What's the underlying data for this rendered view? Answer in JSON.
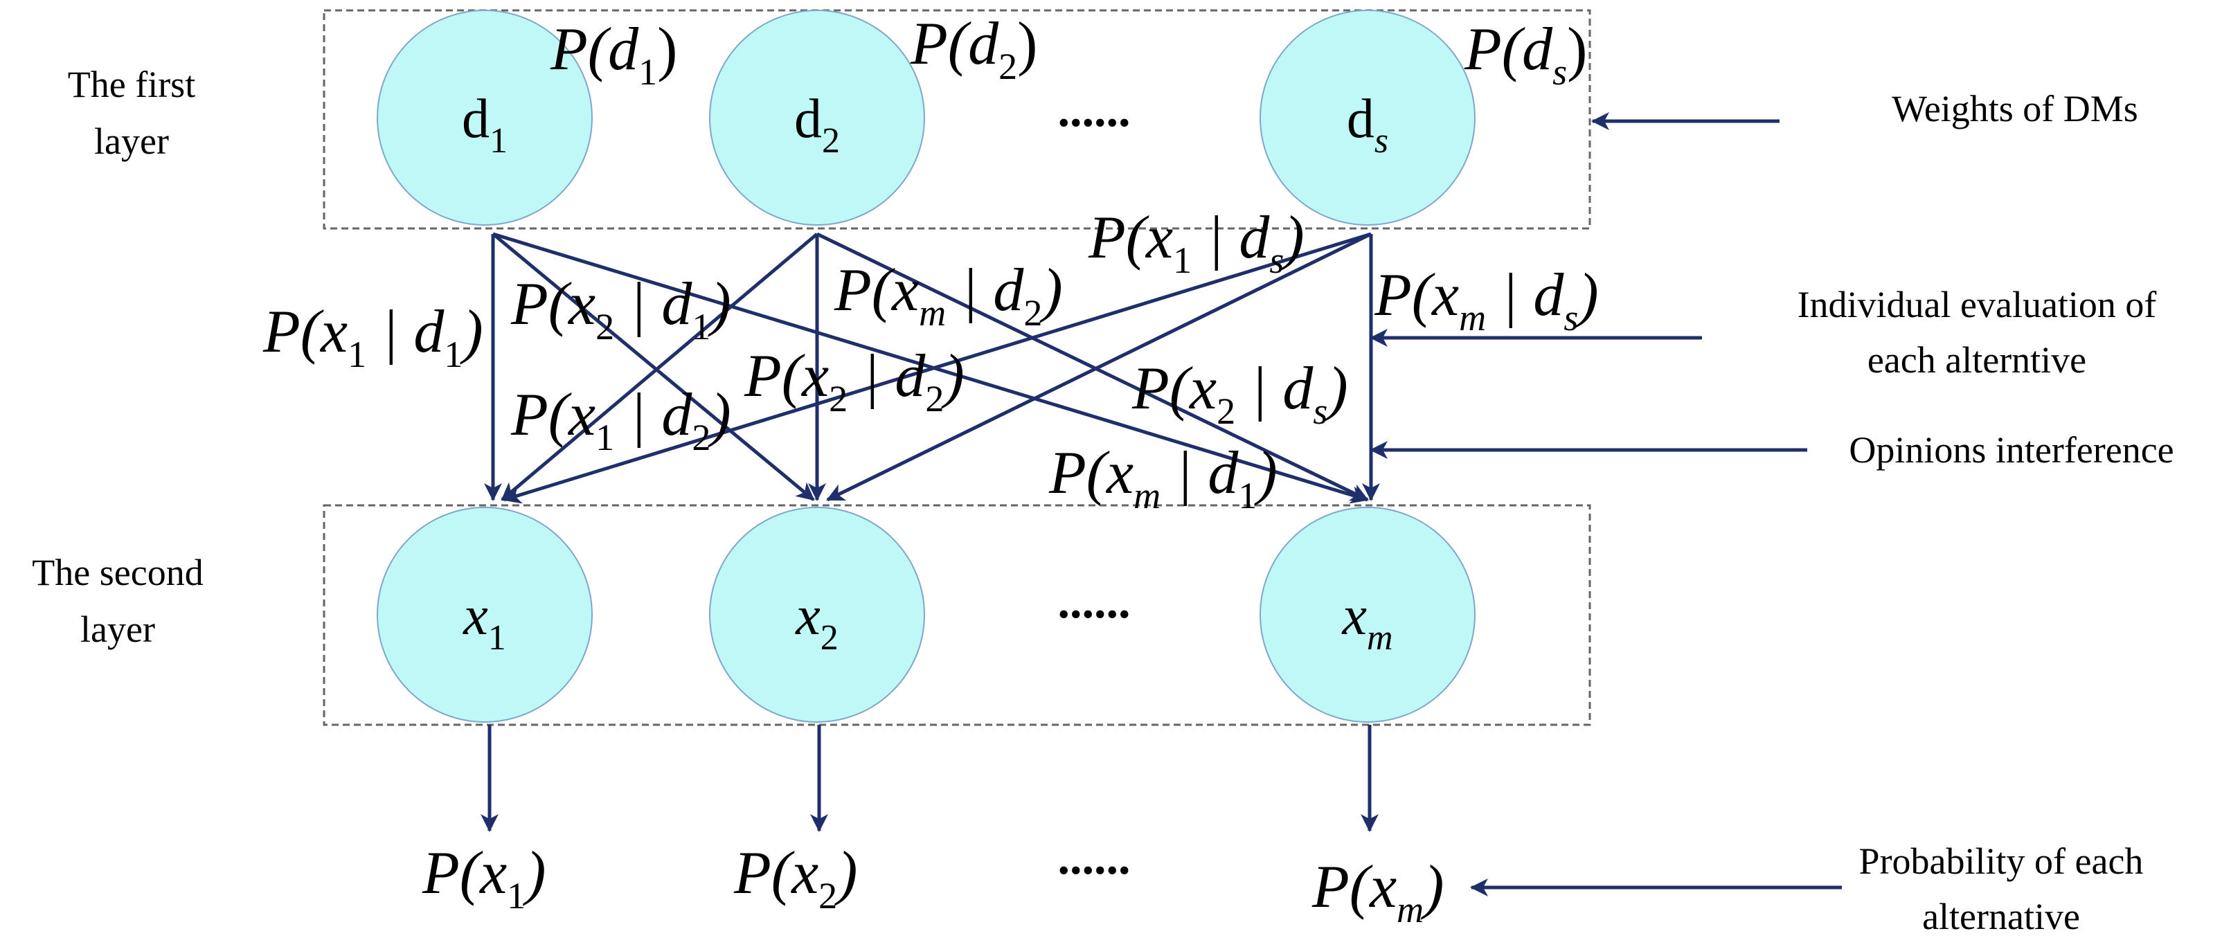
{
  "layers": {
    "first": "The first\nlayer",
    "second": "The second\nlayer"
  },
  "nodes_top": [
    {
      "base": "d",
      "sub": "1"
    },
    {
      "base": "d",
      "sub": "2"
    },
    {
      "base": "d",
      "sub": "s"
    }
  ],
  "nodes_bottom": [
    {
      "base": "x",
      "sub": "1"
    },
    {
      "base": "x",
      "sub": "2"
    },
    {
      "base": "x",
      "sub": "m"
    }
  ],
  "ellipsis": "......",
  "weights": [
    {
      "var": "d",
      "sub": "1"
    },
    {
      "var": "d",
      "sub": "2"
    },
    {
      "var": "d",
      "sub": "s"
    }
  ],
  "conditionals": [
    {
      "xs": "1",
      "ds": "1"
    },
    {
      "xs": "2",
      "ds": "1"
    },
    {
      "xs": "m",
      "ds": "2"
    },
    {
      "xs": "1",
      "ds": "s"
    },
    {
      "xs": "m",
      "ds": "s"
    },
    {
      "xs": "2",
      "ds": "2"
    },
    {
      "xs": "2",
      "ds": "s"
    },
    {
      "xs": "1",
      "ds": "2"
    },
    {
      "xs": "m",
      "ds": "1"
    }
  ],
  "outputs": [
    {
      "var": "x",
      "sub": "1"
    },
    {
      "var": "x",
      "sub": "2"
    },
    {
      "var": "x",
      "sub": "m"
    }
  ],
  "annotations": {
    "weights": "Weights of DMs",
    "individual": "Individual evaluation of\neach alterntive",
    "interference": "Opinions interference",
    "probability": "Probability of each\nalternative"
  },
  "colors": {
    "node_fill": "#c0f8f8",
    "node_stroke": "#7fa7c8",
    "arrow": "#1f2f6b",
    "box_stroke": "#666666"
  }
}
